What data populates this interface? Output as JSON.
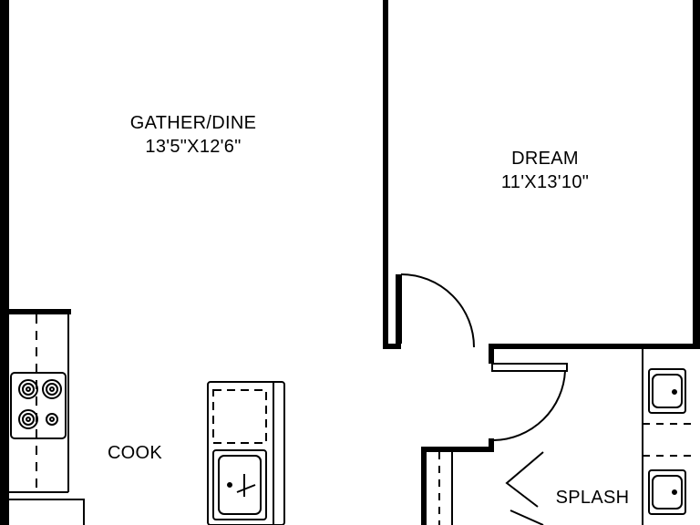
{
  "rooms": {
    "gather": {
      "name": "GATHER/DINE",
      "size": "13'5\"X12'6\""
    },
    "dream": {
      "name": "DREAM",
      "size": "11'X13'10\""
    },
    "cook": {
      "name": "COOK"
    },
    "splash": {
      "name": "SPLASH"
    }
  },
  "colors": {
    "wall": "#000000",
    "background": "#ffffff"
  }
}
